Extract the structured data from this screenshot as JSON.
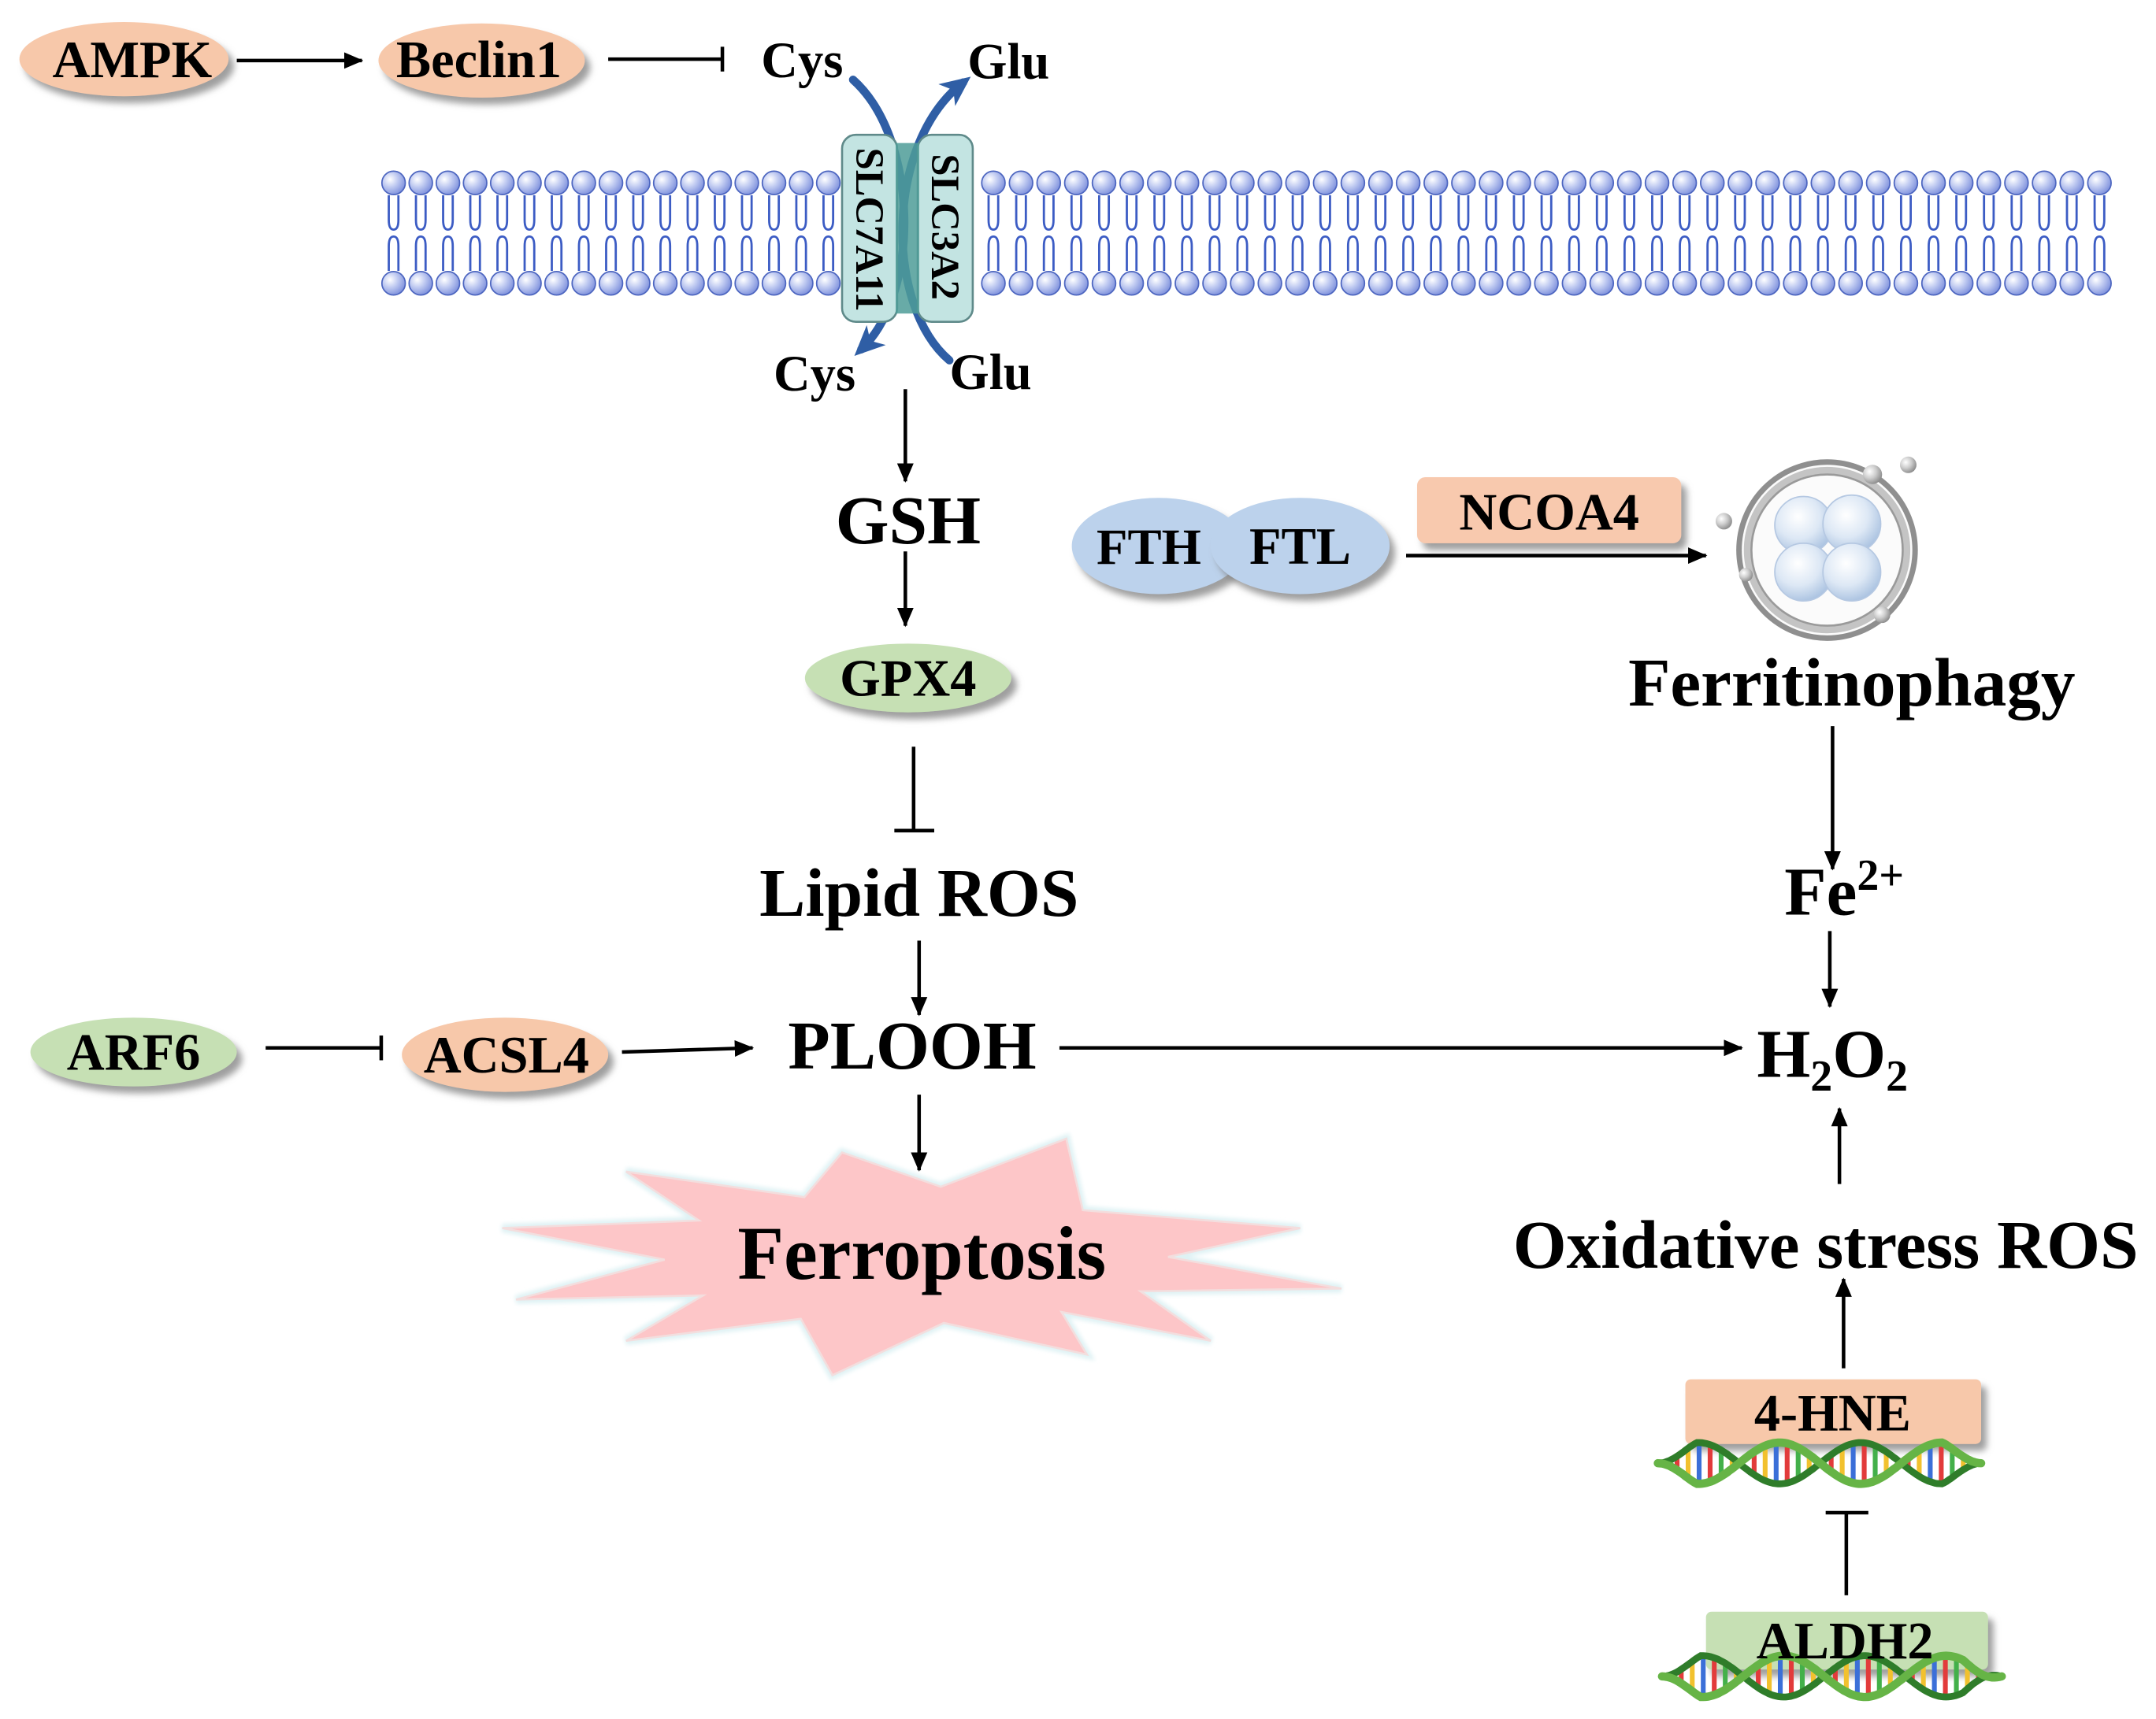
{
  "transporter": {
    "left_subunit": "SLC7A11",
    "right_subunit": "SLC3A2",
    "outside_cys": "Cys",
    "outside_glu": "Glu",
    "inside_cys": "Cys",
    "inside_glu": "Glu"
  },
  "nodes": {
    "ampk": "AMPK",
    "beclin1": "Beclin1",
    "gsh": "GSH",
    "gpx4": "GPX4",
    "lipid_ros": "Lipid ROS",
    "arf6": "ARF6",
    "acsl4": "ACSL4",
    "plooh": "PLOOH",
    "ferroptosis": "Ferroptosis",
    "fth": "FTH",
    "ftl": "FTL",
    "ncoa4": "NCOA4",
    "ferritinophagy": "Ferritinophagy",
    "iron": {
      "symbol": "Fe",
      "charge": "2+"
    },
    "h2o2": {
      "h": "H",
      "h_count": "2",
      "o": "O",
      "o_count": "2"
    },
    "oxidative_stress_ros": "Oxidative stress ROS",
    "hne": "4-HNE",
    "aldh2": "ALDH2"
  },
  "colors": {
    "salmon_node": "#f7c8aa",
    "green_node": "#c6e0b4",
    "blue_node": "#bcd2ec",
    "ncoa4_box": "#f8c9ae",
    "burst": "#fdc6c8",
    "membrane_head": "#7d90dc",
    "membrane_tail": "#3c5cc4",
    "transporter": "#c3e4e2",
    "transporter_core": "#4e9c98",
    "transport_arrow": "#2f5ea5",
    "dna_strand_light": "#66b446",
    "dna_strand_dark": "#2f7d2a",
    "dna_base_colors": [
      "#e23b3b",
      "#f2c12e",
      "#3b6fd8",
      "#e23b3b",
      "#43b04a",
      "#f2c12e"
    ]
  }
}
